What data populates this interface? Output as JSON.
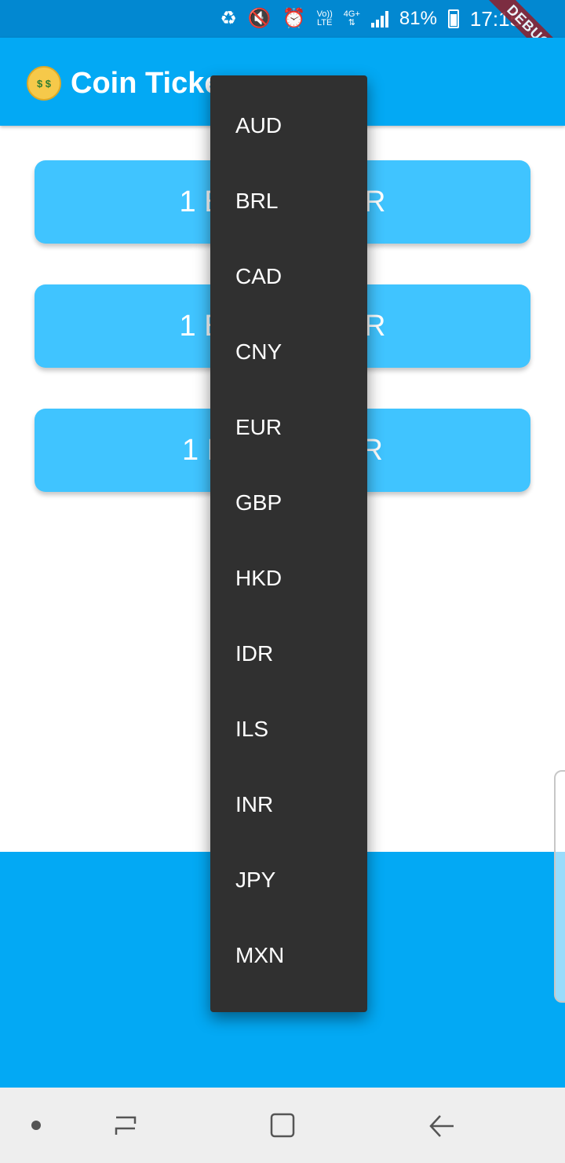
{
  "status_bar": {
    "network_top": "Vo))",
    "network_bottom": "LTE",
    "network_type": "4G+",
    "battery": "81%",
    "time": "17:15",
    "debug_banner": "DEBUG"
  },
  "app_bar": {
    "title": "Coin Ticker",
    "emoji_text": "$ $",
    "icon": "money-mouth-face-icon"
  },
  "rates": [
    {
      "label": "1 BTC = ? EUR"
    },
    {
      "label": "1 ETH = ? EUR"
    },
    {
      "label": "1 LTC = ? EUR"
    }
  ],
  "dropdown": {
    "items": [
      "AUD",
      "BRL",
      "CAD",
      "CNY",
      "EUR",
      "GBP",
      "HKD",
      "IDR",
      "ILS",
      "INR",
      "JPY",
      "MXN"
    ]
  },
  "colors": {
    "status_bar": "#0288d1",
    "app_bar": "#03a9f4",
    "card": "#40c4ff",
    "menu": "#303030"
  }
}
